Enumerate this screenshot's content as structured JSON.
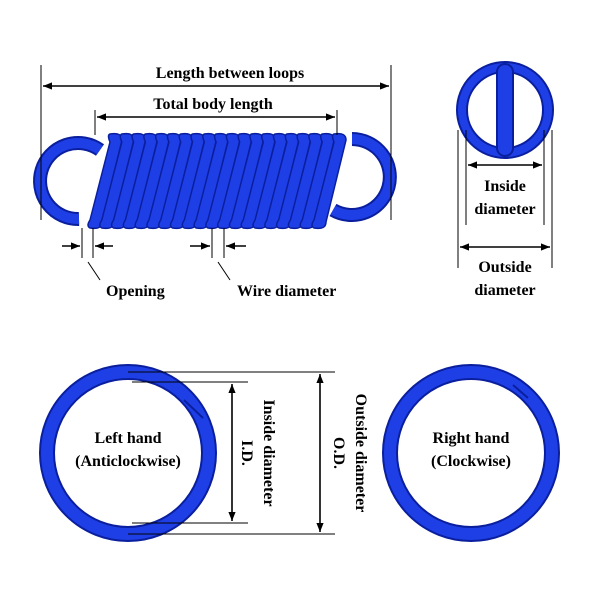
{
  "colors": {
    "spring_fill": "#1f3fe6",
    "spring_outline": "#0a1f9e",
    "line": "#000000",
    "background": "#ffffff"
  },
  "labels": {
    "length_between_loops": "Length between loops",
    "total_body_length": "Total body length",
    "opening": "Opening",
    "wire_diameter": "Wire diameter",
    "end_inside_line1": "Inside",
    "end_inside_line2": "diameter",
    "end_outside_line1": "Outside",
    "end_outside_line2": "diameter",
    "left_hand_line1": "Left hand",
    "left_hand_line2": "(Anticlockwise)",
    "inside_diameter_vertical": "Inside diameter",
    "id_abbrev": "I.D.",
    "outside_diameter_vertical": "Outside diameter",
    "od_abbrev": "O.D.",
    "right_hand_line1": "Right hand",
    "right_hand_line2": "(Clockwise)"
  }
}
